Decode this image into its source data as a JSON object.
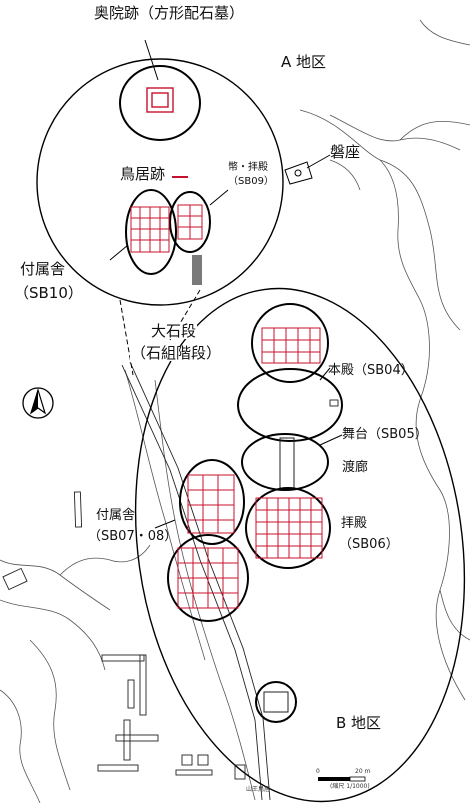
{
  "labels": {
    "okunoin": "奥院跡（方形配石墓）",
    "area_a": "A 地区",
    "iwakura": "磐座",
    "torii": "鳥居跡",
    "hei_haiden": "幣・拝殿",
    "hei_haiden_code": "（SB09）",
    "fuzokusha1": "付属舎",
    "fuzokusha1_code": "（SB10）",
    "oishidan": "大石段",
    "oishidan_sub": "（石組階段）",
    "honden": "本殿（SB04）",
    "butai": "舞台（SB05）",
    "watarirou": "渡廊",
    "haiden": "拝殿",
    "haiden_code": "（SB06）",
    "fuzokusha2": "付属舎",
    "fuzokusha2_code": "（SB07・08）",
    "area_b": "B 地区",
    "sanno_torii": "山王鳥居",
    "scale_0": "0",
    "scale_20": "20 m",
    "scale_note": "(縮尺 1/1000)"
  },
  "colors": {
    "ink": "#111111",
    "structure_red": "#c8102e",
    "circle": "#000000"
  },
  "icons": {
    "north_arrow": "north-arrow-icon"
  }
}
